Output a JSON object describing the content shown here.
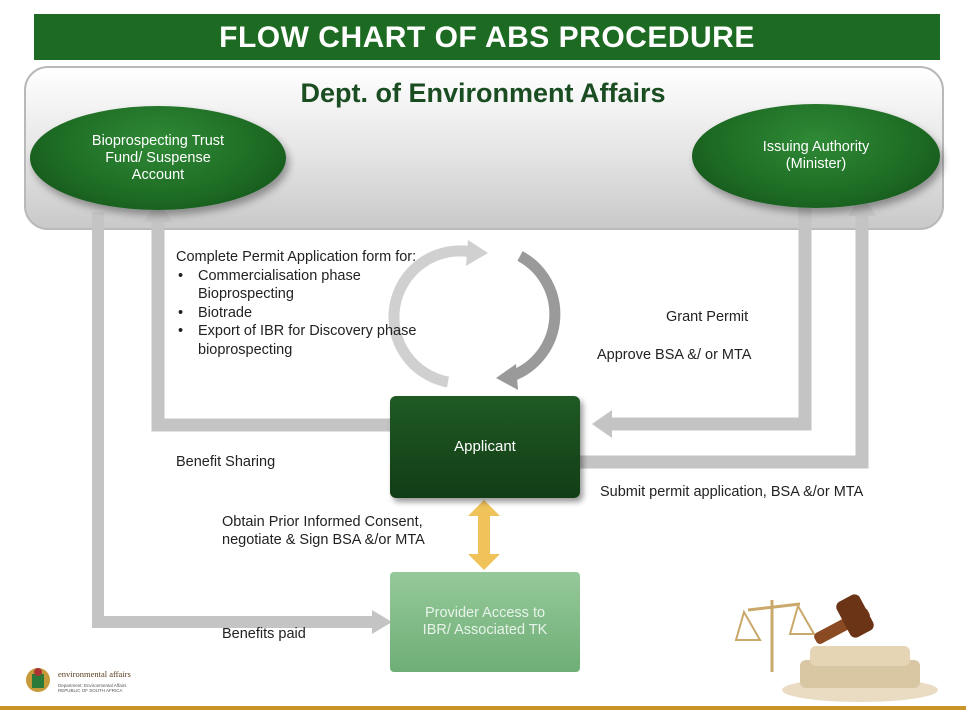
{
  "title": "FLOW CHART OF ABS PROCEDURE",
  "dept": "Dept. of Environment Affairs",
  "nodes": {
    "trust_fund": "Bioprospecting Trust\nFund/ Suspense\nAccount",
    "issuing_authority": "Issuing Authority\n(Minister)",
    "applicant": "Applicant",
    "provider": "Provider Access to\nIBR/ Associated TK"
  },
  "application_form": {
    "intro": "Complete Permit Application form for:",
    "items": [
      "Commercialisation phase Bioprospecting",
      "Biotrade",
      "Export of IBR for Discovery phase bioprospecting"
    ]
  },
  "labels": {
    "grant_permit": "Grant Permit",
    "approve": "Approve BSA &/ or MTA",
    "benefit_sharing": "Benefit Sharing",
    "submit": "Submit permit application, BSA &/or MTA",
    "obtain_pic": "Obtain Prior Informed Consent, negotiate & Sign BSA &/or MTA",
    "benefits_paid": "Benefits paid"
  },
  "logo": {
    "name": "environmental affairs",
    "sub": "Department: Environmental Affairs REPUBLIC OF SOUTH AFRICA"
  },
  "colors": {
    "title_bar": "#1d6a23",
    "node_dark": "#1d6a23",
    "provider": "#7fb886",
    "arrow": "#c4c4c4",
    "double_arrow": "#f0c25a",
    "accent_line": "#c9952b"
  }
}
